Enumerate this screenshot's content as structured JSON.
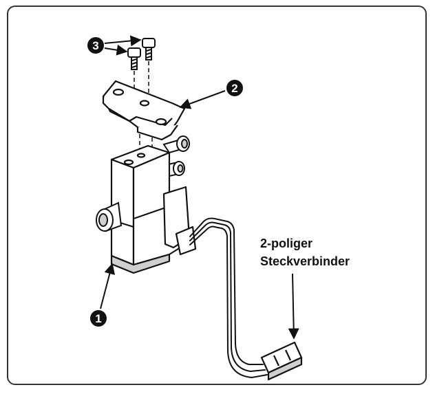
{
  "callouts": {
    "solenoid_valve": "1",
    "mounting_bracket": "2",
    "screws": "3"
  },
  "connector_label": {
    "line1": "2-poliger",
    "line2": "Steckverbinder"
  },
  "colors": {
    "ink": "#111111",
    "frame": "#333333",
    "fill": "#ffffff",
    "shade": "#cfcfcf"
  }
}
